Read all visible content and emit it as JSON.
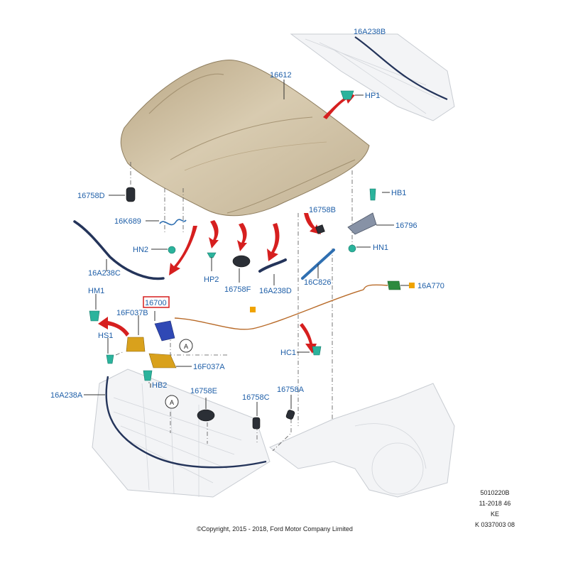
{
  "diagram": {
    "parts": {
      "hood": "16612",
      "hood_bumper_d": "16758D",
      "weatherstrip_16k689": "16K689",
      "hn2": "HN2",
      "hp2": "HP2",
      "bumper_16758f": "16758F",
      "seal_16a238c": "16A238C",
      "seal_16a238d": "16A238D",
      "bumper_16758b": "16758B",
      "strut_16c826": "16C826",
      "hb1": "HB1",
      "hinge_16796": "16796",
      "hn1": "HN1",
      "hp1": "HP1",
      "seal_16a238b": "16A238B",
      "hm1": "HM1",
      "latch_16700": "16700",
      "bracket_16f037b": "16F037B",
      "hs1": "HS1",
      "bracket_16f037a": "16F037A",
      "hb2": "HB2",
      "seal_16a238a": "16A238A",
      "bumper_16758e": "16758E",
      "bumper_16758c": "16758C",
      "bumper_16758a": "16758A",
      "cable_16a770": "16A770",
      "hc1": "HC1"
    },
    "callouts": {
      "a_upper": "A",
      "a_lower": "A"
    },
    "reference_block": [
      "5010220B",
      "11-2018 46",
      "KE",
      "K 0337003 08"
    ],
    "copyright": "©Copyright, 2015 - 2018, Ford Motor Company Limited",
    "highlight_color": "#d61f1f",
    "label_color": "#1f5fa8",
    "hood_color": "#c9b99a"
  }
}
